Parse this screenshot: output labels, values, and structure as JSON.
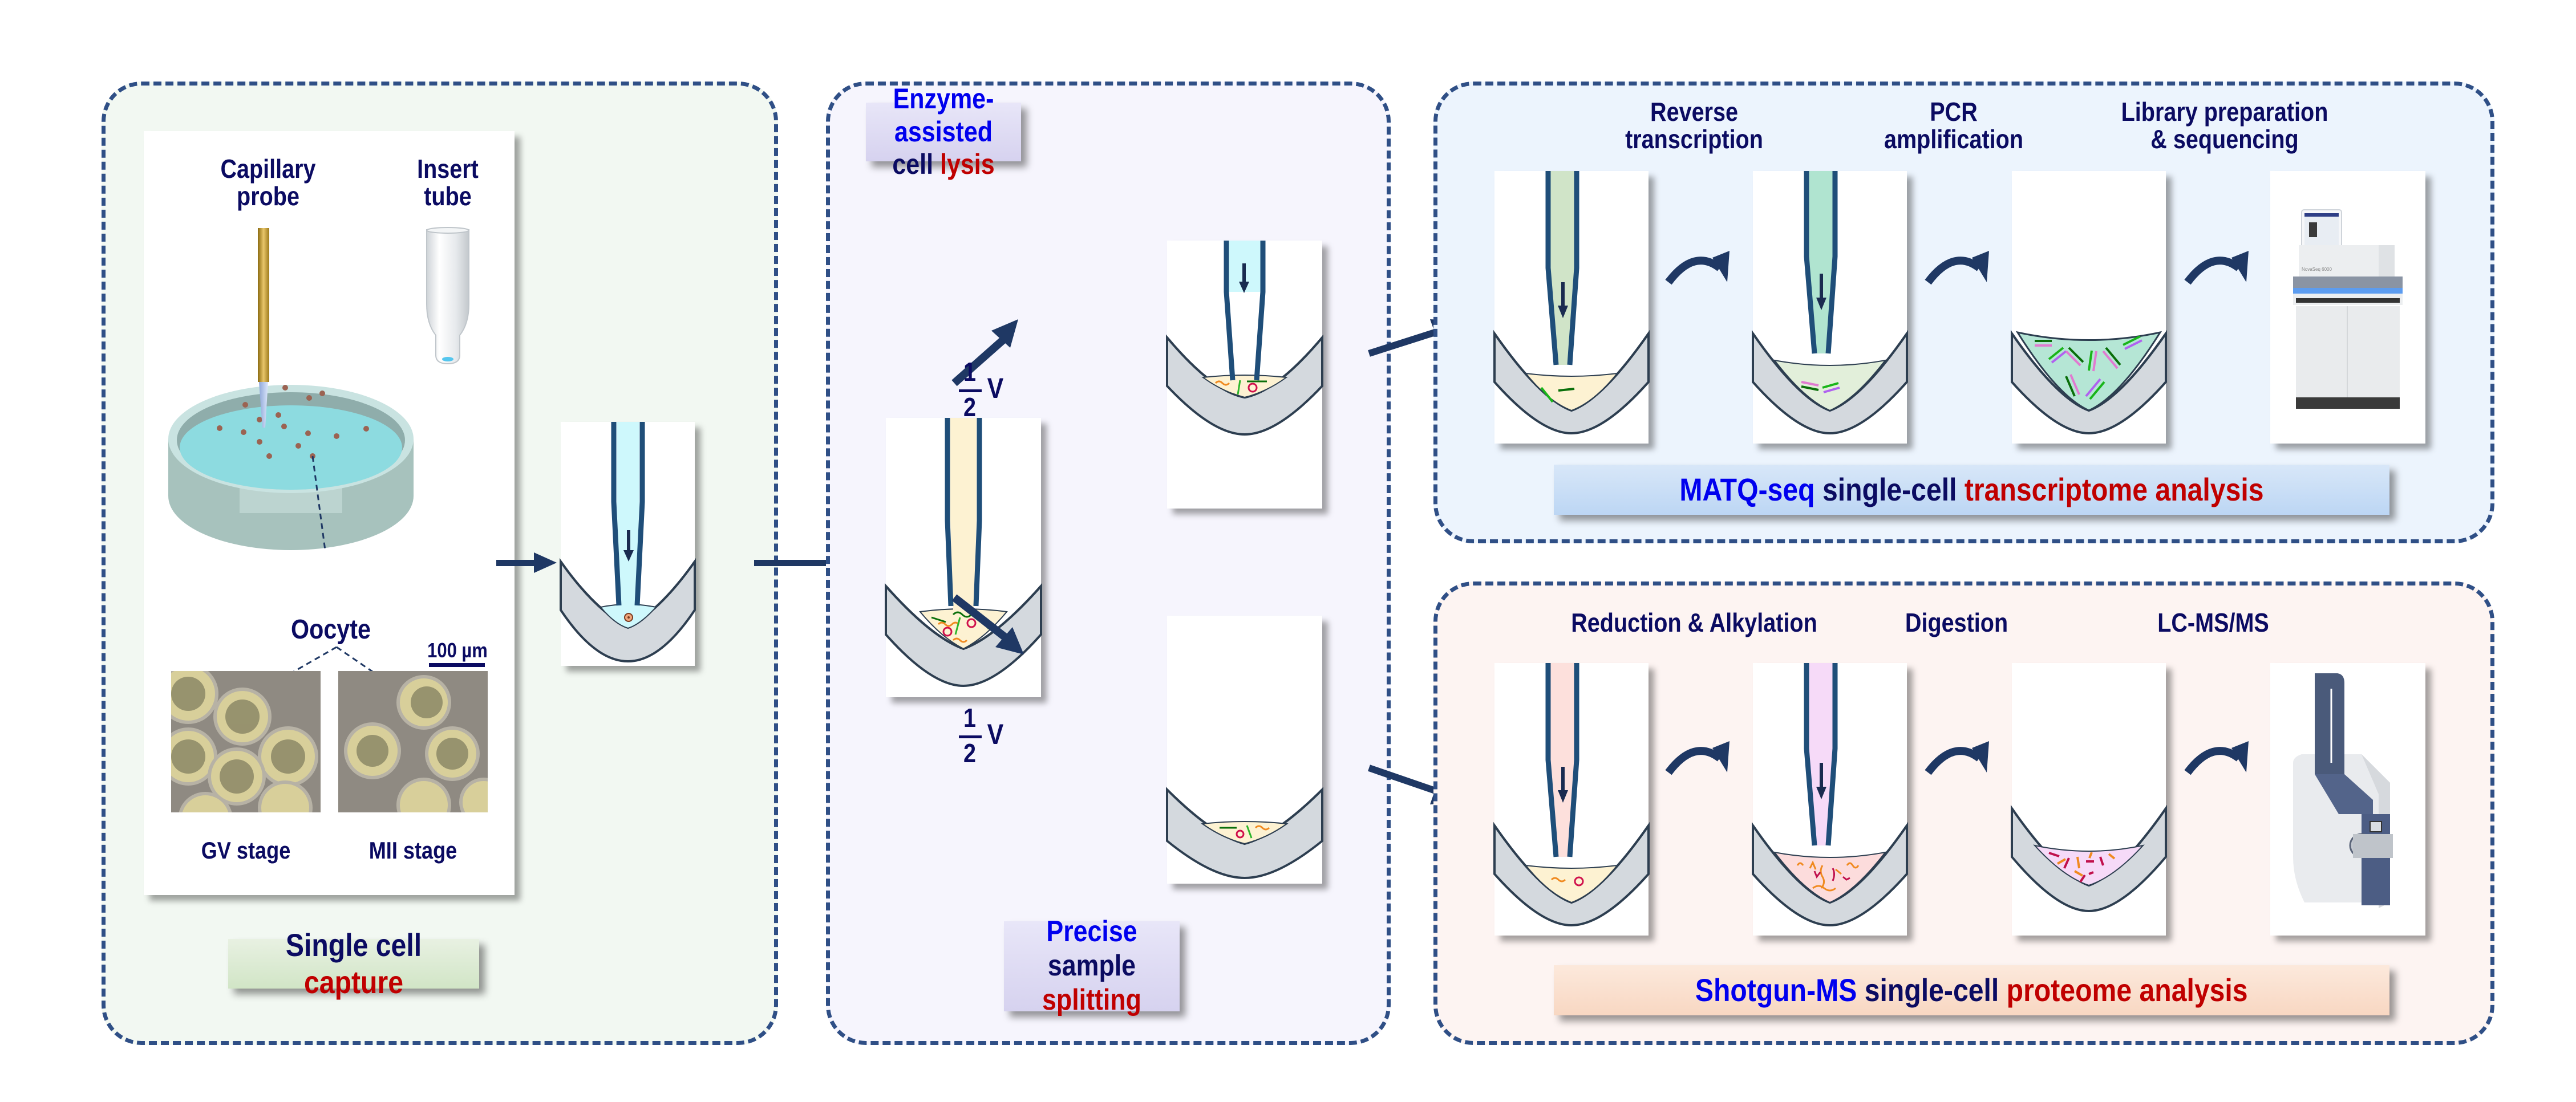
{
  "panels": {
    "capture": {
      "labels": {
        "capillary_probe": "Capillary\nprobe",
        "insert_tube": "Insert\ntube",
        "oocyte": "Oocyte",
        "scale_bar": "100 µm",
        "gv_stage": "GV stage",
        "mii_stage": "MII stage"
      },
      "title": {
        "part1": "Single cell ",
        "part2": "capture"
      }
    },
    "lysis": {
      "title_top": {
        "part1": "Enzyme-assisted",
        "part2": "cell ",
        "part3": "lysis"
      },
      "fraction_top": {
        "numerator": "1",
        "denominator": "2",
        "unit": "V"
      },
      "fraction_bottom": {
        "numerator": "1",
        "denominator": "2",
        "unit": "V"
      },
      "title_bottom": {
        "part1": "Precise",
        "part2": "sample ",
        "part3": "splitting"
      }
    },
    "transcriptome": {
      "steps": [
        "Reverse\ntranscription",
        "PCR\namplification",
        "Library preparation\n& sequencing"
      ],
      "title": {
        "part1": "MATQ-seq",
        "part2": " single-cell ",
        "part3": "transcriptome analysis"
      },
      "instrument_label": "NovaSeq 6000"
    },
    "proteome": {
      "steps": [
        "Reduction & Alkylation",
        "Digestion",
        "LC-MS/MS"
      ],
      "title": {
        "part1": "Shotgun-MS",
        "part2": " single-cell ",
        "part3": "proteome analysis"
      }
    }
  },
  "colors": {
    "navy_text": "#0b0b62",
    "accent_blue": "#0000ee",
    "accent_red": "#c00000",
    "arrow": "#1f3864",
    "capillary_wall": "#1f4e79",
    "tube_gray": "#d4d9de"
  }
}
